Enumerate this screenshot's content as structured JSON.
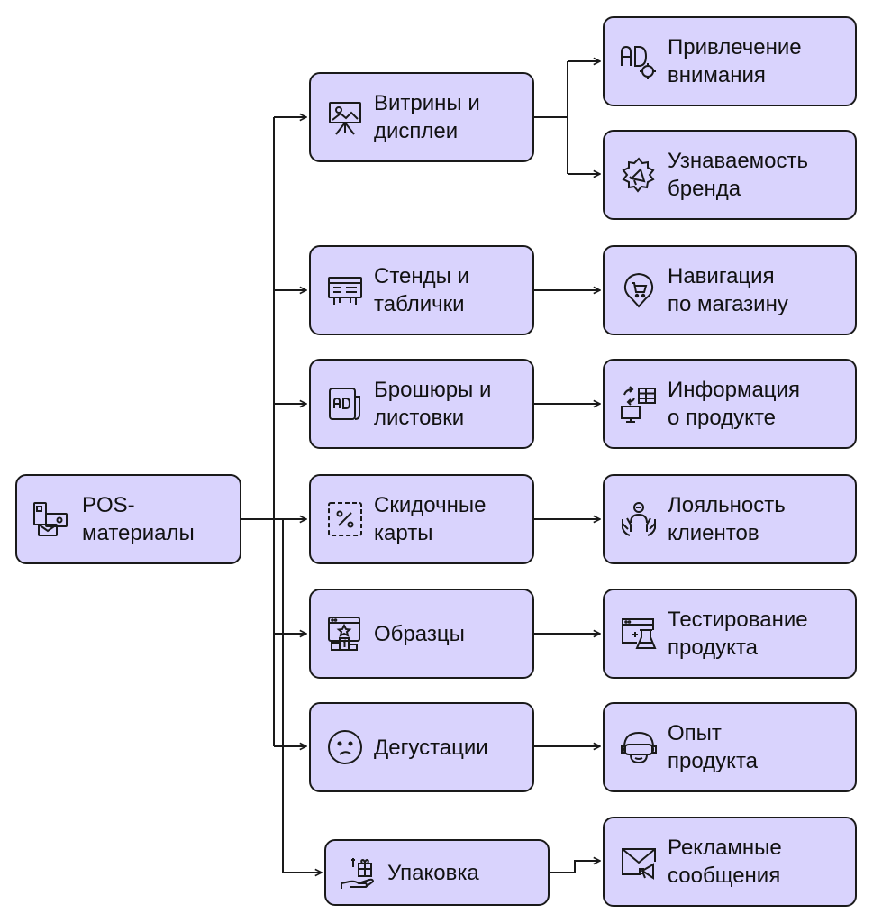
{
  "root": {
    "label": "POS-\nматериалы",
    "icon": "pos-materials-icon"
  },
  "categories": [
    {
      "label": "Витрины и\nдисплеи",
      "icon": "display-easel-icon"
    },
    {
      "label": "Стенды и\nтаблички",
      "icon": "stand-sign-icon"
    },
    {
      "label": "Брошюры и\nлистовки",
      "icon": "brochure-ad-icon"
    },
    {
      "label": "Скидочные\nкарты",
      "icon": "discount-card-icon"
    },
    {
      "label": "Образцы",
      "icon": "samples-podium-icon"
    },
    {
      "label": "Дегустации",
      "icon": "tasting-face-icon"
    },
    {
      "label": "Упаковка",
      "icon": "packaging-hand-icon"
    }
  ],
  "outcomes": [
    {
      "label": "Привлечение\nвнимания",
      "icon": "ad-target-icon"
    },
    {
      "label": "Узнаваемость\nбренда",
      "icon": "megaphone-icon"
    },
    {
      "label": "Навигация\nпо магазину",
      "icon": "store-location-icon"
    },
    {
      "label": "Информация\nо продукте",
      "icon": "product-info-icon"
    },
    {
      "label": "Лояльность\nклиентов",
      "icon": "customer-loyalty-icon"
    },
    {
      "label": "Тестирование\nпродукта",
      "icon": "product-testing-icon"
    },
    {
      "label": "Опыт\nпродукта",
      "icon": "vr-experience-icon"
    },
    {
      "label": "Рекламные\nсообщения",
      "icon": "ad-message-icon"
    }
  ],
  "colors": {
    "node_fill": "#d9d3fd",
    "stroke": "#1a1a1a",
    "text": "#111111"
  }
}
